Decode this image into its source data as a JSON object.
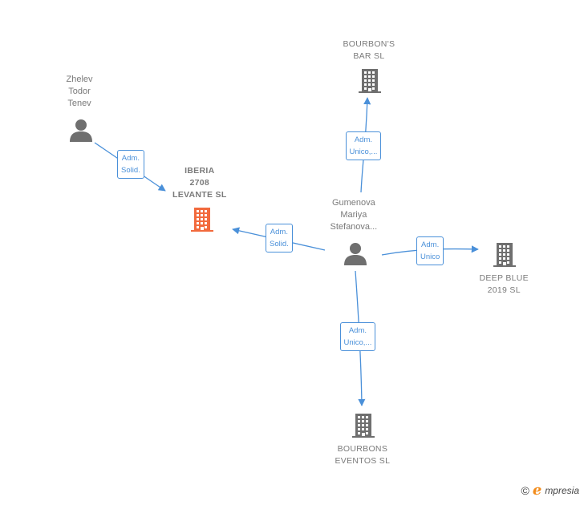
{
  "nodes": {
    "zhelev": {
      "label_lines": [
        "Zhelev",
        "Todor",
        "Tenev"
      ],
      "type": "person"
    },
    "iberia": {
      "label_lines": [
        "IBERIA",
        "2708",
        "LEVANTE  SL"
      ],
      "type": "company",
      "focus": true
    },
    "bourbons_bar": {
      "label_lines": [
        "BOURBON'S",
        "BAR SL"
      ],
      "type": "company"
    },
    "gumenova": {
      "label_lines": [
        "Gumenova",
        "Mariya",
        "Stefanova..."
      ],
      "type": "person"
    },
    "deep_blue": {
      "label_lines": [
        "DEEP BLUE",
        "2019  SL"
      ],
      "type": "company"
    },
    "bourbons_eventos": {
      "label_lines": [
        "BOURBONS",
        "EVENTOS  SL"
      ],
      "type": "company"
    }
  },
  "edges": [
    {
      "from": "zhelev",
      "to": "iberia",
      "label_lines": [
        "Adm.",
        "Solid."
      ]
    },
    {
      "from": "gumenova",
      "to": "iberia",
      "label_lines": [
        "Adm.",
        "Solid."
      ]
    },
    {
      "from": "gumenova",
      "to": "bourbons_bar",
      "label_lines": [
        "Adm.",
        "Unico,..."
      ]
    },
    {
      "from": "gumenova",
      "to": "deep_blue",
      "label_lines": [
        "Adm.",
        "Unico"
      ]
    },
    {
      "from": "gumenova",
      "to": "bourbons_eventos",
      "label_lines": [
        "Adm.",
        "Unico,..."
      ]
    }
  ],
  "colors": {
    "edge": "#4a90d9",
    "icon_gray": "#6f6f6f",
    "focus_company": "#f26a3d",
    "label_text": "#7a7a7a"
  },
  "icons": {
    "person": "person-icon",
    "company": "building-icon"
  },
  "brand": {
    "copyright": "©",
    "initial": "e",
    "name": "mpresia"
  }
}
